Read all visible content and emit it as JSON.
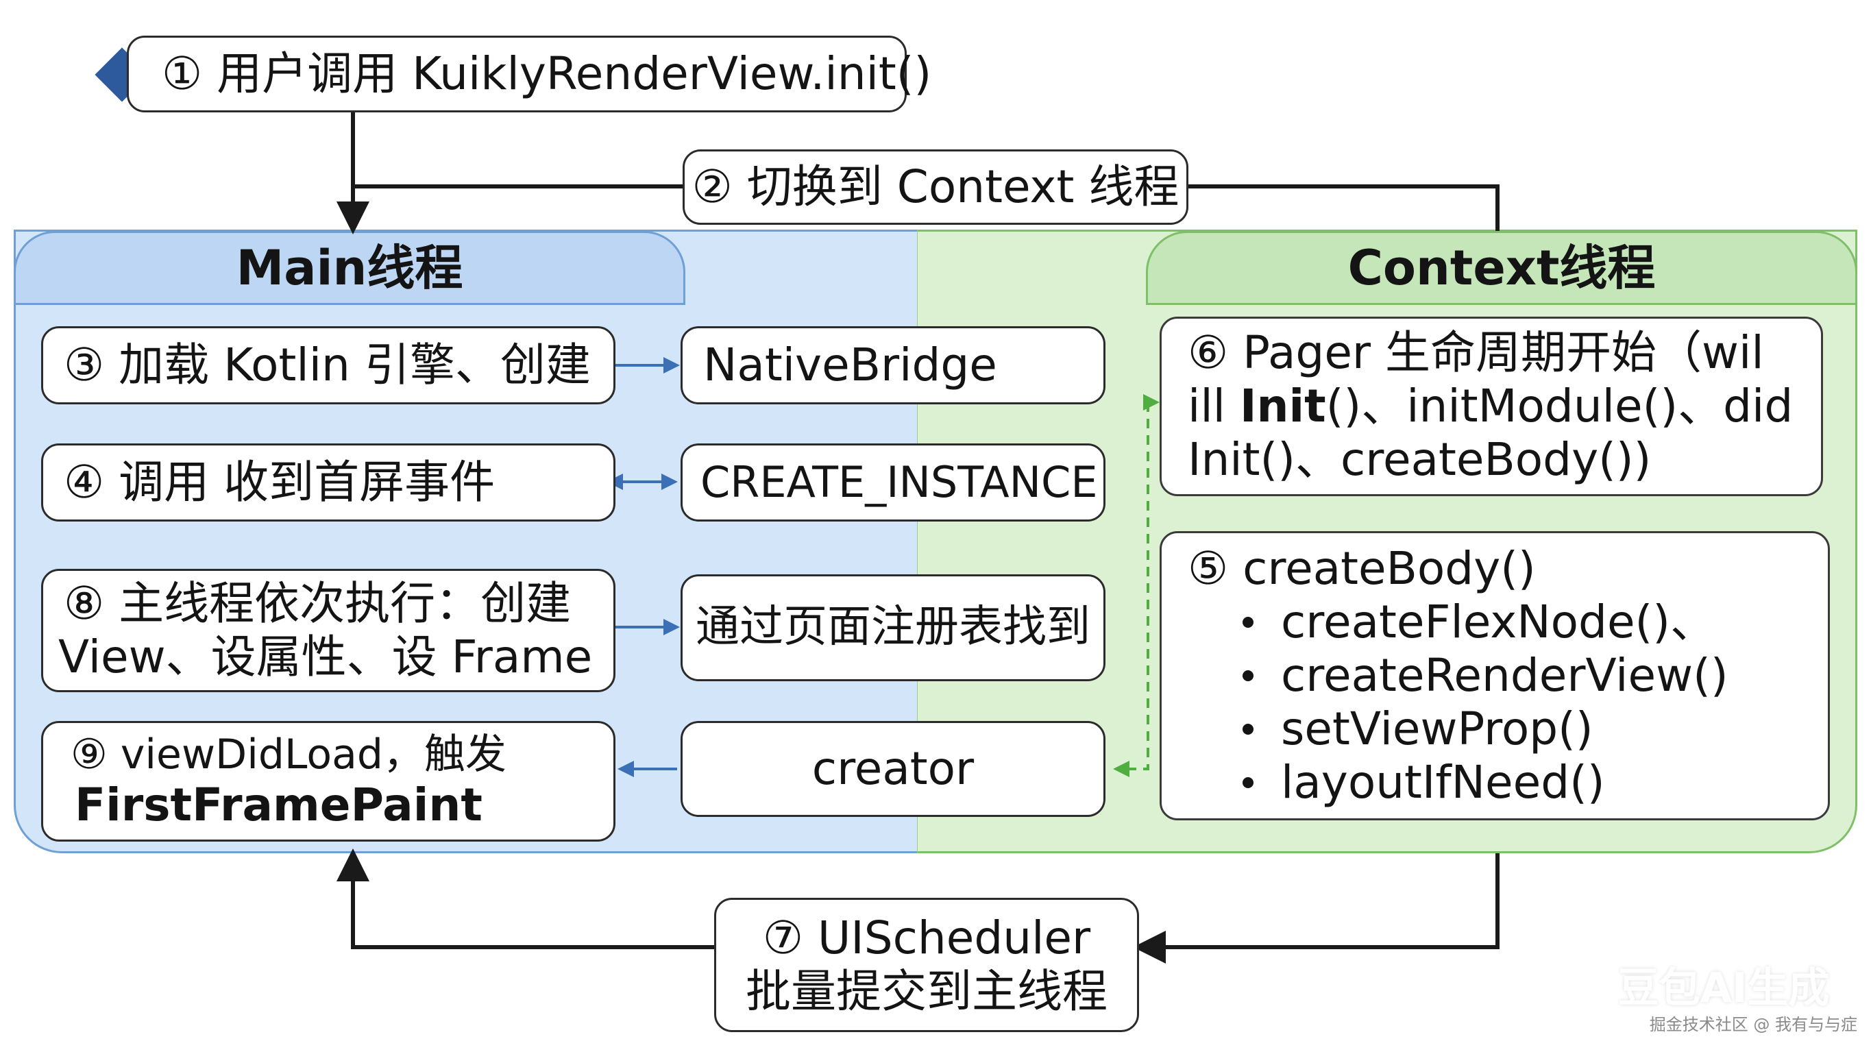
{
  "steps": {
    "s1": "① 用户调用 KuiklyRenderView.init()",
    "s2": "② 切换到 Context 线程",
    "s3": "③ 加载 Kotlin 引擎、创建",
    "s4": "④ 调用 收到首屏事件",
    "s8_line1": "⑧ 主线程依次执行：创建",
    "s8_line2": "View、设属性、设 Frame",
    "s9_line1": "⑨ viewDidLoad，触发",
    "s9_line2": "FirstFramePaint",
    "s6_line1": "⑥ Pager 生命周期开始（wil",
    "s6_line2_pre": "ill ",
    "s6_line2_bold": "Init",
    "s6_line2_post": "()、initModule()、did",
    "s6_line3": "Init()、createBody())",
    "s5_title": "⑤ createBody()",
    "s5_items": [
      "createFlexNode()、",
      "createRenderView()",
      "setViewProp()",
      "layoutIfNeed()"
    ],
    "s7_line1": "⑦ UIScheduler",
    "s7_line2": "批量提交到主线程"
  },
  "middle": {
    "native_bridge": "NativeBridge",
    "create_instance": "CREATE_INSTANCE",
    "registry": "通过页面注册表找到",
    "creator": "creator"
  },
  "headers": {
    "main": "Main线程",
    "context": "Context线程"
  },
  "watermark": {
    "brand": "豆包AI生成",
    "credit": "掘金技术社区 @ 我有与与症"
  },
  "colors": {
    "main_fill": "#cfe2f7",
    "context_fill": "#d9efcf",
    "main_border": "#6f9fd3",
    "context_border": "#7fbf6a",
    "arrow_blue": "#3b6fb6",
    "arrow_green": "#4fae3f",
    "diamond": "#2c5a9c"
  },
  "icons": {
    "start": "diamond-icon",
    "bullet": "bullet-dot-icon"
  }
}
